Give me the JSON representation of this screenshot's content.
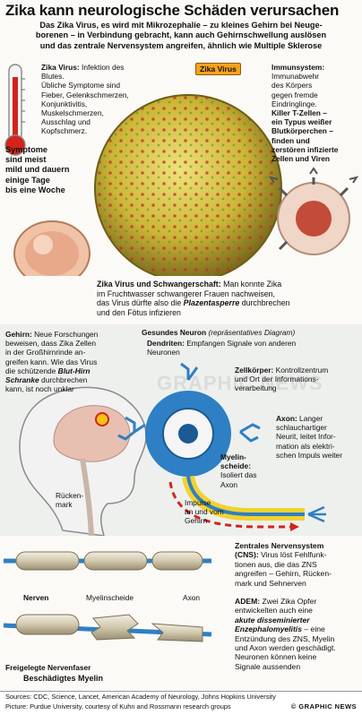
{
  "title": "Zika kann neurologische Schäden verursachen",
  "intro": [
    "Das Zika Virus, es wird mit Mikrozephalie – zu kleines Gehirn bei Neuge-",
    "borenen – in Verbindung gebracht, kann auch Gehirnschwellung auslösen",
    "und das zentrale Nervensystem angreifen, ähnlich wie Multiple Sklerose"
  ],
  "virus": {
    "heading": "Zika Virus:",
    "lines": [
      " Infektion des Blutes.",
      "Übliche Symptome sind",
      "Fieber, Gelenkschmerzen,",
      "Konjunktivitis,",
      "Muskelschmerzen,",
      "Ausschlag und",
      "Kopfschmerz."
    ],
    "badge": "Zika Virus"
  },
  "symptoms": [
    "Symptome",
    "sind meist",
    "mild und dauern",
    "einige Tage",
    "bis eine Woche"
  ],
  "immune": {
    "heading": "Immunsystem:",
    "lines": [
      "Immunabwehr",
      "des Körpers",
      "gegen fremde",
      "Eindringlinge."
    ],
    "bold": [
      "Killer T-Zellen –",
      "ein Typus weißer",
      "Blutkörperchen –",
      "finden und",
      "zerstören infizierte",
      "Zellen und Viren"
    ]
  },
  "pregnancy": {
    "heading": "Zika Virus und Schwangerschaft:",
    "lines": [
      " Man konnte Zika",
      "im Fruchtwasser schwangerer Frauen nachweisen,",
      "das Virus dürfte also die ",
      " durchbrechen",
      "und den Fötus infizieren"
    ],
    "term": "Plazentasperre"
  },
  "brain": {
    "heading": "Gehirn:",
    "lines": [
      " Neue Forschungen",
      "beweisen, dass Zika Zellen",
      "in der Großhirnrinde an-",
      "greifen kann. Wie das Virus",
      "die schützende ",
      " durchbrechen",
      "kann, ist noch unklar"
    ],
    "term": [
      "Blut-Hirn",
      "Schranke"
    ],
    "spinal": [
      "Rücken-",
      "mark"
    ]
  },
  "neuron": {
    "heading": "Gesundes Neuron",
    "subheading": " (repräsentatives Diagram)",
    "dendrites_h": "Dendriten:",
    "dendrites": [
      " Empfangen Signale von anderen",
      "Neuronen"
    ],
    "body_h": "Zellkörper:",
    "body": [
      " Kontrollzentrum",
      "und Ort der Informations-",
      "verarbeitung"
    ],
    "axon_h": "Axon:",
    "axon": [
      " Langer",
      "schlauchartiger",
      "Neurit, leitet Infor-",
      "mation als elektri-",
      "schen Impuls weiter"
    ],
    "myelin_h": [
      "Myelin-",
      "scheide:"
    ],
    "myelin": [
      "Isoliert das",
      "Axon"
    ],
    "impulse": [
      "Impulse",
      "an und vom",
      "Gehirn"
    ]
  },
  "nerves": {
    "nerve": "Nerven",
    "myelin": "Myelinscheide",
    "axon": "Axon",
    "fiber": "Freigelegte Nervenfaser",
    "damaged": "Beschädigtes Myelin"
  },
  "cns": {
    "heading": "Zentrales Nervensystem",
    "lines": [
      "(CNS):",
      " Virus löst Fehlfunk-",
      "tionen aus, die das ZNS",
      "angreifen – Gehirn, Rücken-",
      "mark und Sehnerven"
    ]
  },
  "adem": {
    "heading": "ADEM:",
    "lines": [
      " Zwei Zika Opfer",
      "entwickelten auch eine"
    ],
    "term": [
      "akute disseminierter",
      "Enzephalomyelitis"
    ],
    "rest": [
      " – eine",
      "Entzündung des ZNS, Myelin",
      "und Axon werden geschädigt.",
      "Neuronen können keine",
      "Signale aussenden"
    ]
  },
  "footer": {
    "sources": "Sources: CDC, Science, Lancet, American Academy of Neurology, Johns Hopkins University",
    "picture": "Picture: Purdue University, courtesy of Kuhn and Rossmann research groups",
    "logo": "© GRAPHIC NEWS"
  },
  "watermark": "GRAPHIC NEWS",
  "colors": {
    "virus_yellow": "#d9c23a",
    "virus_red": "#c62f1e",
    "badge": "#f5a21a",
    "neuron_blue": "#2f7fc4",
    "myelin_yellow": "#f2d22e",
    "arrow_red": "#d4231a"
  }
}
